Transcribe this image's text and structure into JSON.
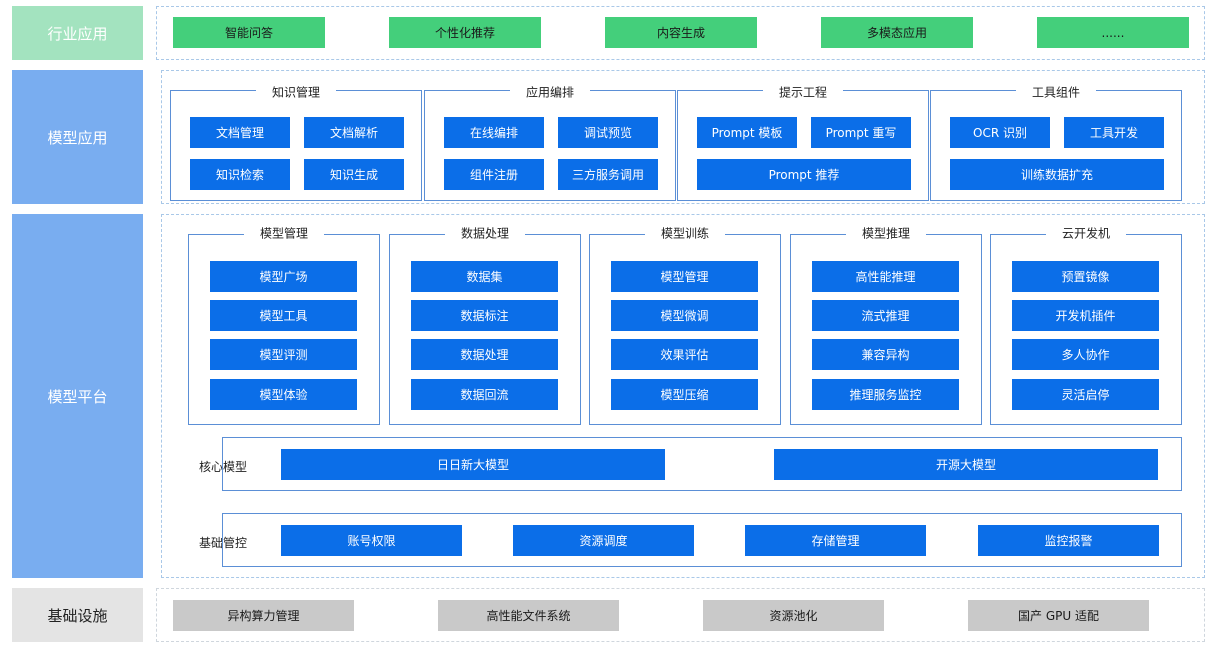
{
  "layers": {
    "industry": {
      "label": "行业应用",
      "bg": "#a3e3bf",
      "color": "#ffffff"
    },
    "model_app": {
      "label": "模型应用",
      "bg": "#79adf0",
      "color": "#ffffff"
    },
    "model_platform": {
      "label": "模型平台",
      "bg": "#79adf0",
      "color": "#ffffff"
    },
    "infra": {
      "label": "基础设施",
      "bg": "#e4e4e4",
      "color": "#222222"
    }
  },
  "industry_items": [
    "智能问答",
    "个性化推荐",
    "内容生成",
    "多模态应用",
    "......"
  ],
  "app_groups": [
    {
      "title": "知识管理",
      "items": [
        "文档管理",
        "文档解析",
        "知识检索",
        "知识生成"
      ]
    },
    {
      "title": "应用编排",
      "items": [
        "在线编排",
        "调试预览",
        "组件注册",
        "三方服务调用"
      ]
    },
    {
      "title": "提示工程",
      "items": [
        "Prompt 模板",
        "Prompt 重写",
        "Prompt 推荐"
      ]
    },
    {
      "title": "工具组件",
      "items": [
        "OCR 识别",
        "工具开发",
        "训练数据扩充"
      ]
    }
  ],
  "platform_groups": [
    {
      "title": "模型管理",
      "items": [
        "模型广场",
        "模型工具",
        "模型评测",
        "模型体验"
      ]
    },
    {
      "title": "数据处理",
      "items": [
        "数据集",
        "数据标注",
        "数据处理",
        "数据回流"
      ]
    },
    {
      "title": "模型训练",
      "items": [
        "模型管理",
        "模型微调",
        "效果评估",
        "模型压缩"
      ]
    },
    {
      "title": "模型推理",
      "items": [
        "高性能推理",
        "流式推理",
        "兼容异构",
        "推理服务监控"
      ]
    },
    {
      "title": "云开发机",
      "items": [
        "预置镜像",
        "开发机插件",
        "多人协作",
        "灵活启停"
      ]
    }
  ],
  "core_models": {
    "label": "核心模型",
    "items": [
      "日日新大模型",
      "开源大模型"
    ]
  },
  "base_control": {
    "label": "基础管控",
    "items": [
      "账号权限",
      "资源调度",
      "存储管理",
      "监控报警"
    ]
  },
  "infra_items": [
    "异构算力管理",
    "高性能文件系统",
    "资源池化",
    "国产 GPU 适配"
  ],
  "colors": {
    "accent_blue": "#0b6ee8",
    "green": "#44cf7b",
    "grey": "#c9c9c9",
    "border": "#5b8fd6"
  }
}
